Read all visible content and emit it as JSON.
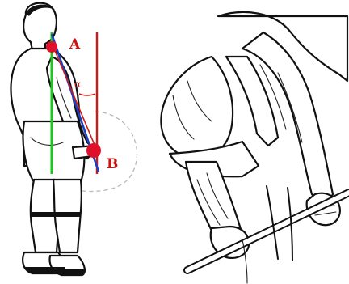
{
  "diagram": {
    "left_panel": {
      "points": [
        {
          "id": "A",
          "label": "A"
        },
        {
          "id": "B",
          "label": "B"
        }
      ],
      "angle_label": "α",
      "line_colors": {
        "vertical_reference": "#d01a1a",
        "body_line": "#1fc41f",
        "bar_path": "#1d3fbf",
        "points": "#e0102a",
        "arc": "#b8b8b8"
      }
    },
    "right_panel": {
      "subject": "barbell-grip-illustration"
    }
  }
}
